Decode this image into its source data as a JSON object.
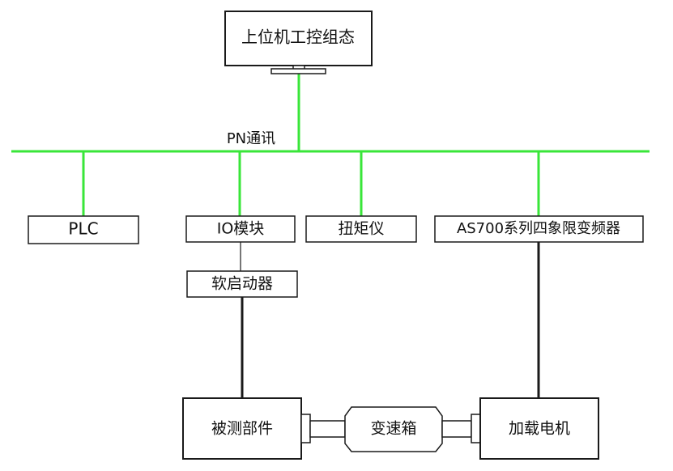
{
  "colors": {
    "network_line": "#39e639",
    "box_stroke": "#1a1a1a",
    "text": "#111111",
    "background": "#ffffff"
  },
  "diagram": {
    "scada": "上位机工控组态",
    "network": "PN通讯",
    "plc": "PLC",
    "io_module": "IO模块",
    "torque_meter": "扭矩仪",
    "vfd": "AS700系列四象限变频器",
    "soft_starter": "软启动器",
    "dut": "被测部件",
    "gearbox": "变速箱",
    "load_motor": "加载电机"
  }
}
